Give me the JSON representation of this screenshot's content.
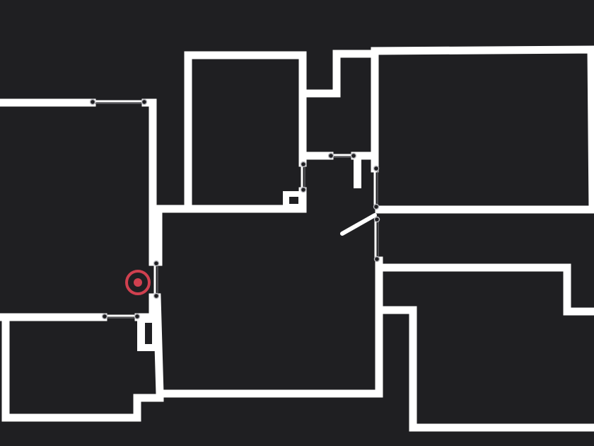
{
  "map": {
    "background": "#1f1f22",
    "wall_color": "#ffffff",
    "door_node_color": "#bdbdc2",
    "marker_color": "#d0404f",
    "doorways": [
      {
        "name": "doorway-top-left"
      },
      {
        "name": "doorway-left-middle"
      },
      {
        "name": "doorway-left-lower"
      },
      {
        "name": "doorway-upper-center-room"
      },
      {
        "name": "doorway-upper-corridor"
      },
      {
        "name": "doorway-right-upper"
      },
      {
        "name": "doorway-right-middle"
      }
    ],
    "marker": {
      "icon": "location-target-icon"
    }
  }
}
